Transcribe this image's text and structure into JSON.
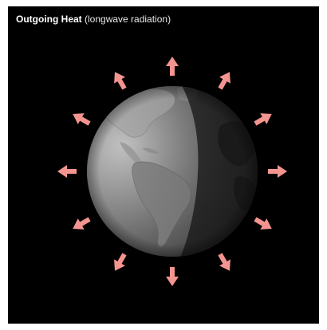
{
  "title": {
    "bold": "Outgoing Heat",
    "normal": " (longwave radiation)"
  },
  "colors": {
    "background": "#000000",
    "arrow": "#f49490",
    "title": "#ffffff"
  },
  "arrows": {
    "count": 12,
    "icon": "arrow-icon",
    "meaning": "heat radiating outward"
  },
  "earth": {
    "icon": "globe-icon",
    "view": "Americas, half in shadow"
  }
}
